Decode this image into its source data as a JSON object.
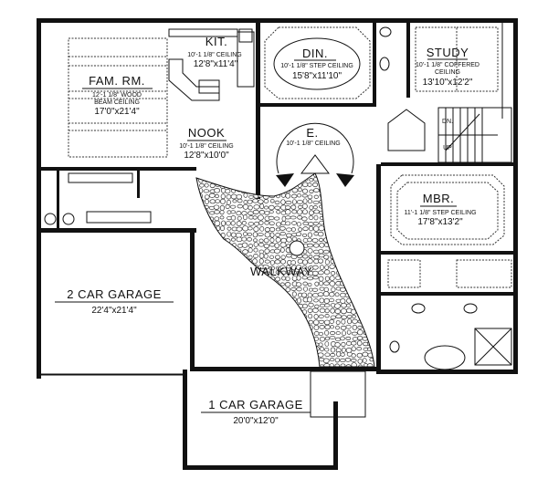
{
  "plan": {
    "rooms": {
      "fam_rm": {
        "name": "FAM. RM.",
        "ceiling_1": "12'-1 1/8\" WOOD",
        "ceiling_2": "BEAM CEILING",
        "size": "17'0\"x21'4\""
      },
      "kit": {
        "name": "KIT.",
        "ceiling": "10'-1 1/8\" CEILING",
        "size": "12'8\"x11'4\""
      },
      "din": {
        "name": "DIN.",
        "ceiling": "10'-1 1/8\" STEP CEILING",
        "size": "15'8\"x11'10\""
      },
      "study": {
        "name": "STUDY",
        "ceiling_1": "10'-1 1/8\" COFFERED",
        "ceiling_2": "CEILING",
        "size": "13'10\"x12'2\""
      },
      "nook": {
        "name": "NOOK",
        "ceiling": "10'-1 1/8\" CEILING",
        "size": "12'8\"x10'0\""
      },
      "entry": {
        "name": "E.",
        "ceiling": "10'-1 1/8\" CEILING"
      },
      "mbr": {
        "name": "MBR.",
        "ceiling": "11'-1 1/8\" STEP CEILING",
        "size": "17'8\"x13'2\""
      },
      "walkway": {
        "name": "WALKWAY"
      },
      "garage_2": {
        "name": "2 CAR GARAGE",
        "size": "22'4\"x21'4\""
      },
      "garage_1": {
        "name": "1 CAR GARAGE",
        "size": "20'0\"x12'0\""
      }
    },
    "stairs": {
      "down": "DN.",
      "up": "UP"
    },
    "colors": {
      "line": "#111111",
      "background": "#ffffff"
    }
  }
}
